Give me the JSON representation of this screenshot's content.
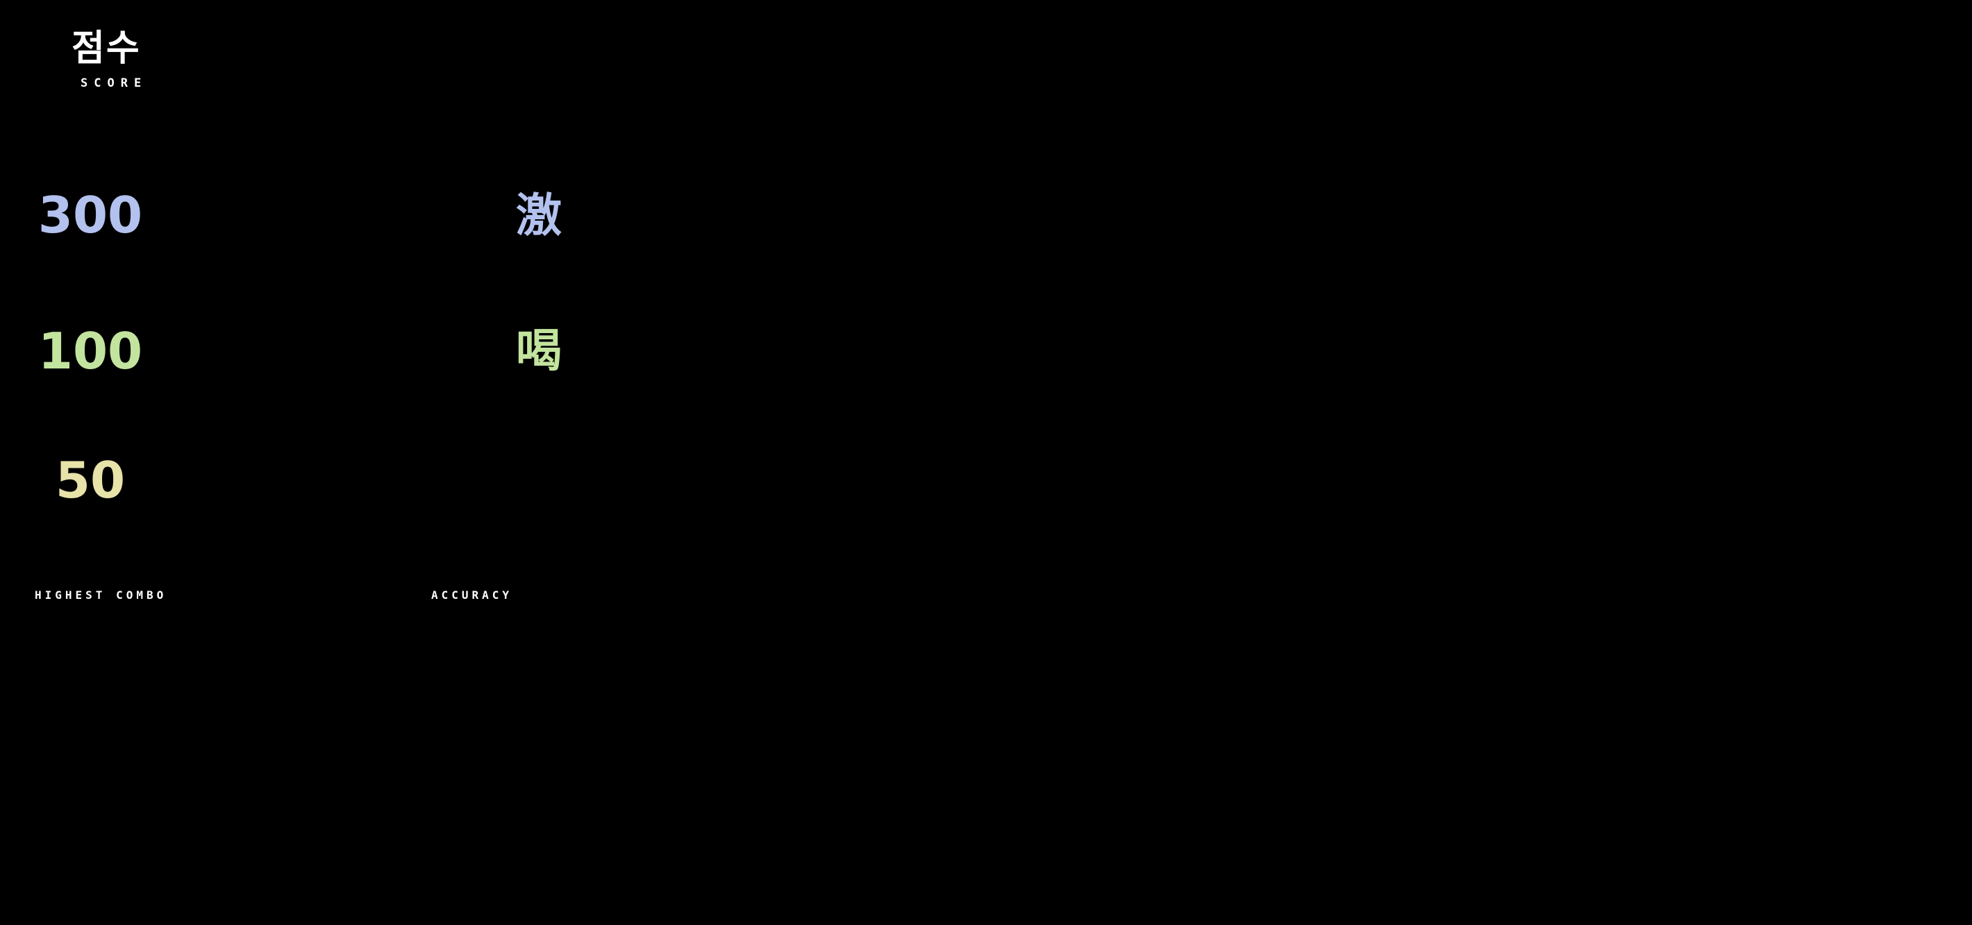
{
  "header": {
    "title": "점수",
    "subtitle": "SCORE"
  },
  "judgments": {
    "hit300": {
      "label": "300",
      "color": "#b3c1ee"
    },
    "hit100": {
      "label": "100",
      "color": "#c2e49e"
    },
    "hit50": {
      "label": "50",
      "color": "#e7e3a9"
    },
    "geki": {
      "label": "激",
      "color": "#b3c1ee"
    },
    "katsu": {
      "label": "喝",
      "color": "#c2e49e"
    }
  },
  "footer": {
    "highest_combo_label": "HIGHEST COMBO",
    "accuracy_label": "ACCURACY"
  },
  "colors": {
    "background": "#000000",
    "title_text": "#ffffff",
    "footer_text": "#ffffff"
  }
}
